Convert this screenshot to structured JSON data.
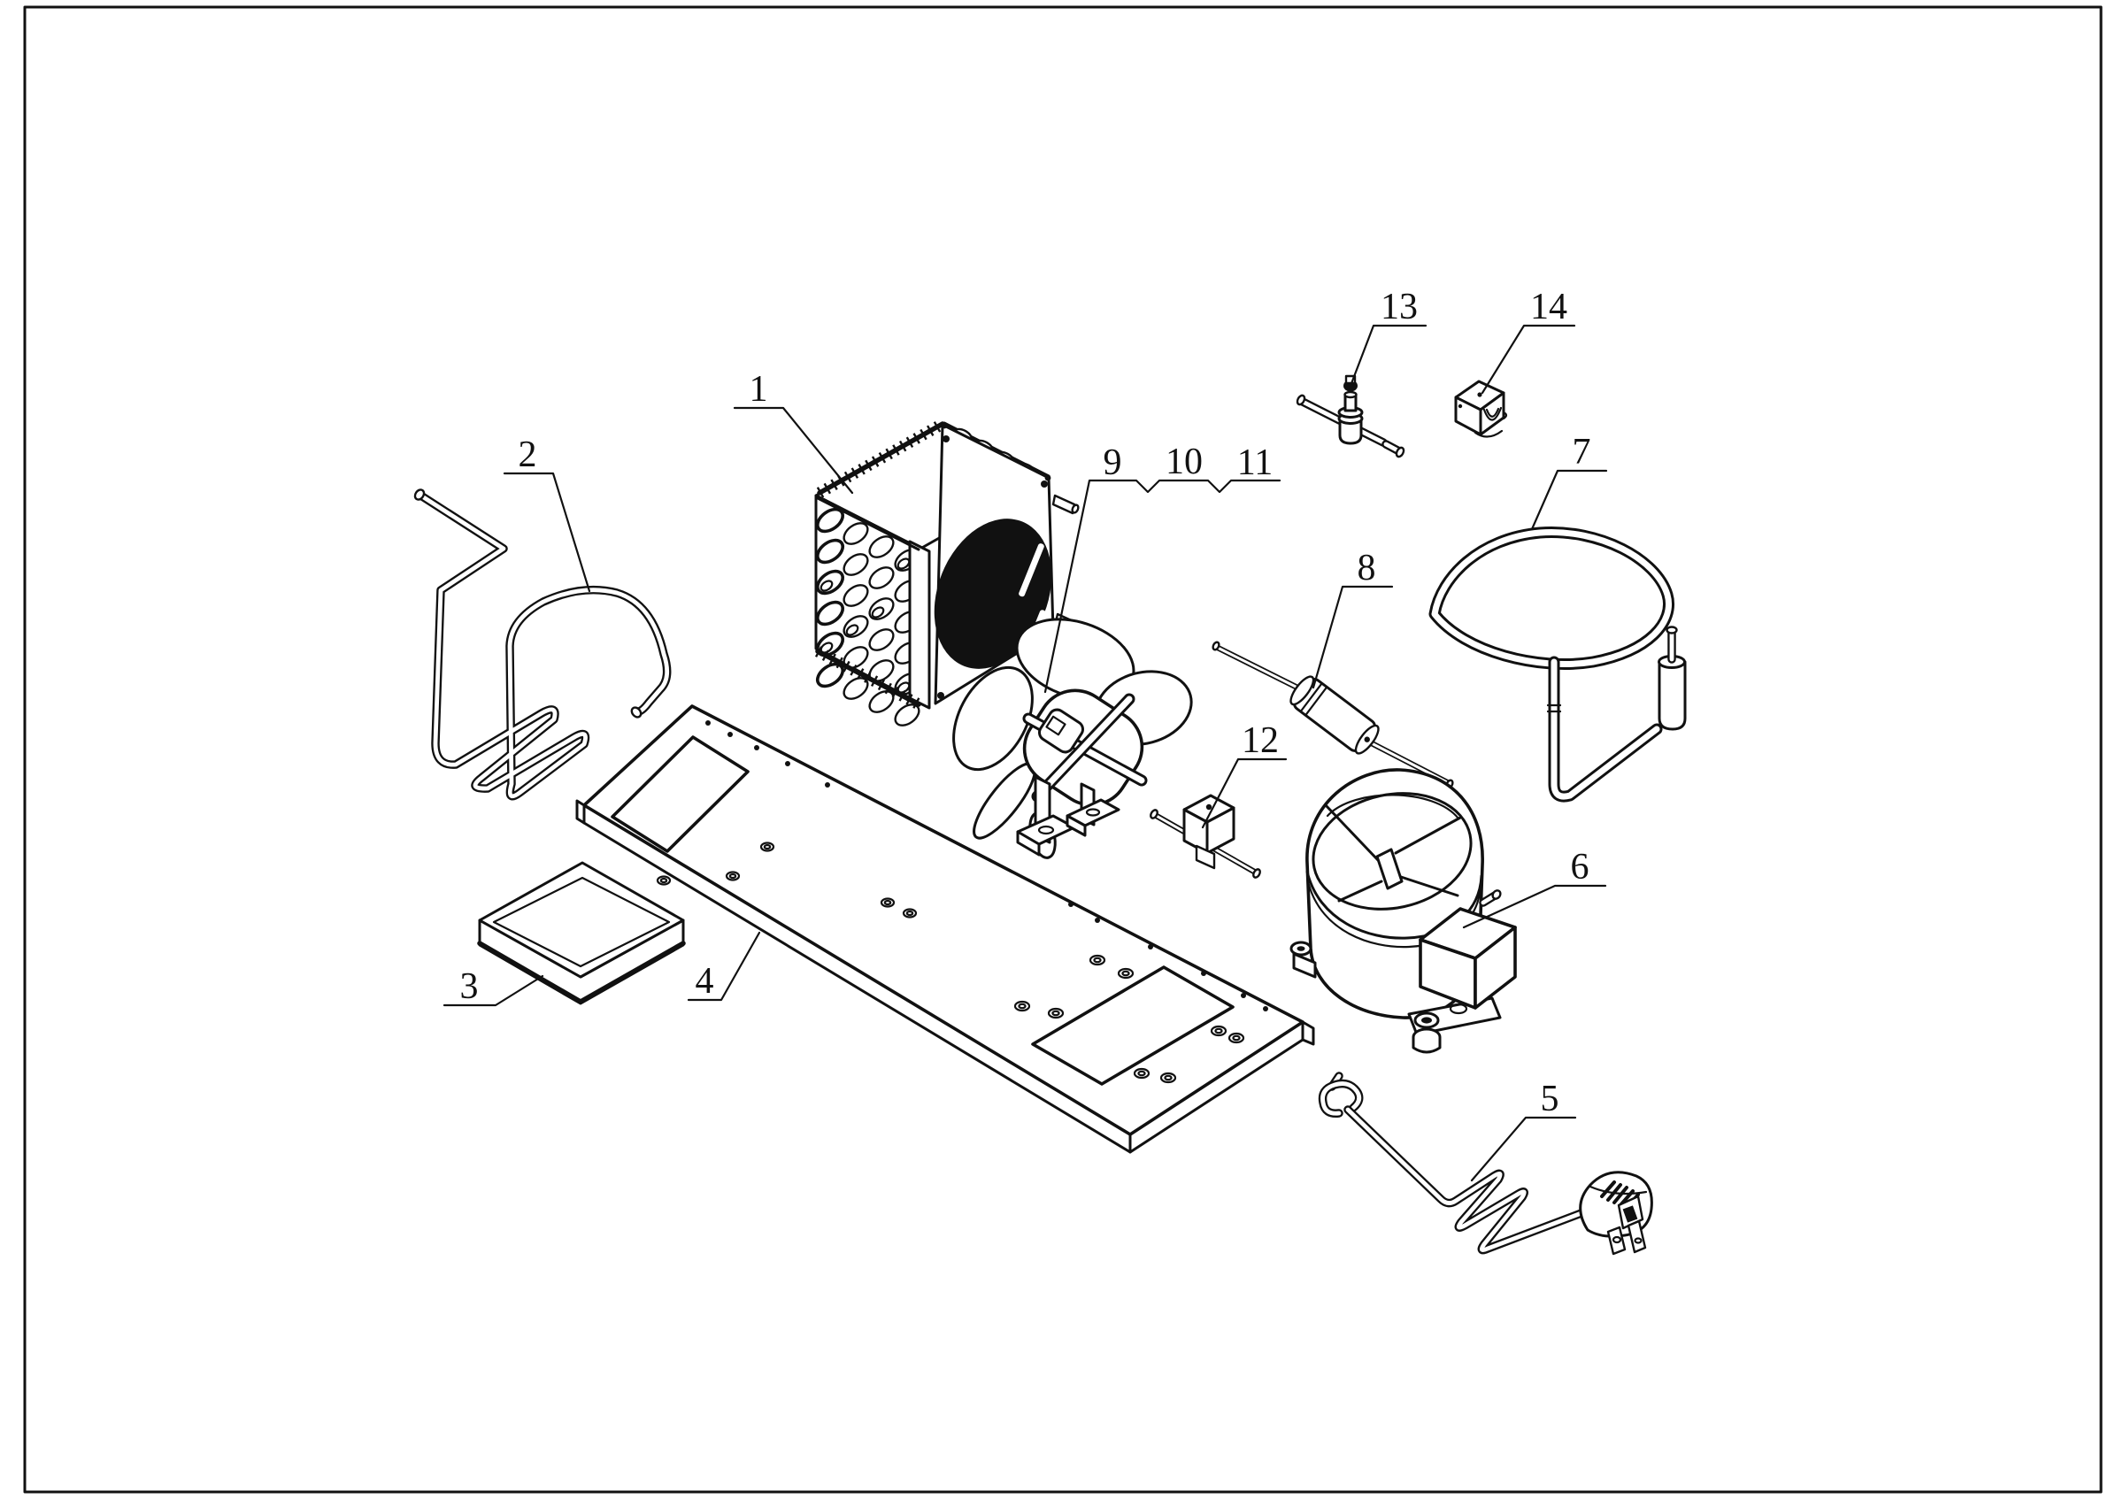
{
  "figure": {
    "colors": {
      "ink": "#111111",
      "paper": "#ffffff"
    },
    "callouts": [
      {
        "label": "1"
      },
      {
        "label": "2"
      },
      {
        "label": "3"
      },
      {
        "label": "4"
      },
      {
        "label": "5"
      },
      {
        "label": "6"
      },
      {
        "label": "7"
      },
      {
        "label": "8"
      },
      {
        "label": "9"
      },
      {
        "label": "10"
      },
      {
        "label": "11"
      },
      {
        "label": "12"
      },
      {
        "label": "13"
      },
      {
        "label": "14"
      }
    ]
  }
}
